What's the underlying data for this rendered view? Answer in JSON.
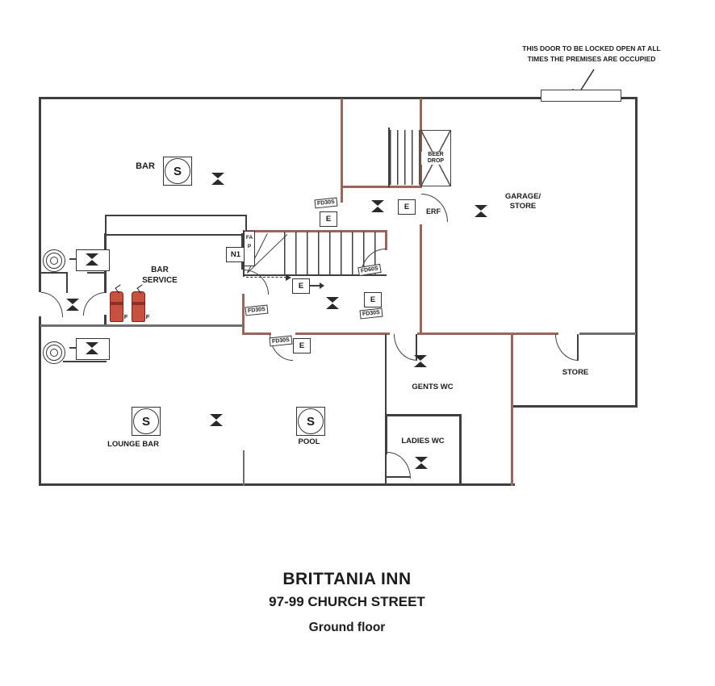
{
  "note": {
    "line1": "THIS DOOR TO BE LOCKED OPEN AT ALL",
    "line2": "TIMES THE PREMISES ARE OCCUPIED"
  },
  "rooms": {
    "bar": "BAR",
    "bar_service": "BAR SERVICE",
    "garage_store": "GARAGE/ STORE",
    "beer_drop": "BEER DROP",
    "gents_wc": "GENTS WC",
    "ladies_wc": "LADIES WC",
    "lounge_bar": "LOUNGE BAR",
    "pool": "POOL",
    "store": "STORE"
  },
  "labels": {
    "erf": "ERF",
    "n1": "N1",
    "fap": "FAP",
    "exit_sign": "E",
    "fire_door_30": "FD30S",
    "fire_door_60": "FD60S",
    "extinguisher": "F",
    "smoke_detector": "S"
  },
  "title": {
    "name": "BRITTANIA INN",
    "address": "97-99 CHURCH STREET",
    "floor": "Ground floor"
  },
  "colors": {
    "fire_wall": "#9c655c",
    "wall": "#3f3f3f",
    "extinguisher_red": "#c7503e"
  }
}
